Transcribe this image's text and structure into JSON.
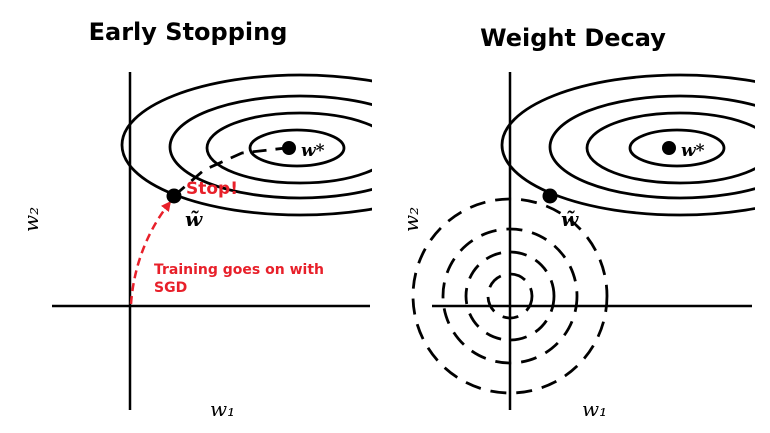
{
  "panels": {
    "left": {
      "title": "Early Stopping",
      "optimum_label": "w*",
      "stop_point_label": "w̃",
      "stop_annotation": "Stop!",
      "training_note_line1": "Training goes on with",
      "training_note_line2": "SGD",
      "xlabel": "w₁",
      "ylabel": "w₂"
    },
    "right": {
      "title": "Weight Decay",
      "optimum_label": "w*",
      "stop_point_label": "w̃",
      "xlabel": "w₁",
      "ylabel": "w₂"
    }
  },
  "colors": {
    "ink": "#000000",
    "accent": "#e8202a"
  }
}
